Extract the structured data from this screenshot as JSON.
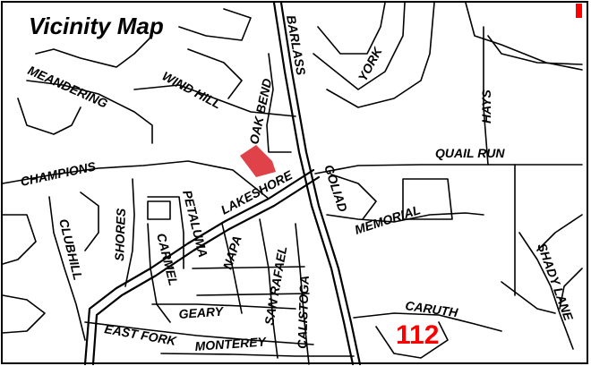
{
  "title": "Vicinity Map",
  "colors": {
    "site": "#e0424a",
    "highway": "#ff0000",
    "road": "#000000",
    "background": "#ffffff"
  },
  "highway_label": "112",
  "streets": {
    "barlass": "BARLASS",
    "york": "YORK",
    "hays": "HAYS",
    "meandering": "MEANDERING",
    "wind_hill": "WIND HILL",
    "oak_bend": "OAK BEND",
    "quail_run": "QUAIL RUN",
    "champions": "CHAMPIONS",
    "lakeshore": "LAKESHORE",
    "goliad": "GOLIAD",
    "memorial": "MEMORIAL",
    "shores": "SHORES",
    "petaluma": "PETALUMA",
    "clubhill": "CLUBHILL",
    "carmel": "CARMEL",
    "napa": "NAPA",
    "san_rafael": "SAN RAFAEL",
    "calistoga": "CALISTOGA",
    "shady_lane": "SHADY LANE",
    "caruth": "CARUTH",
    "geary": "GEARY",
    "east_fork": "EAST FORK",
    "monterey": "MONTEREY"
  }
}
